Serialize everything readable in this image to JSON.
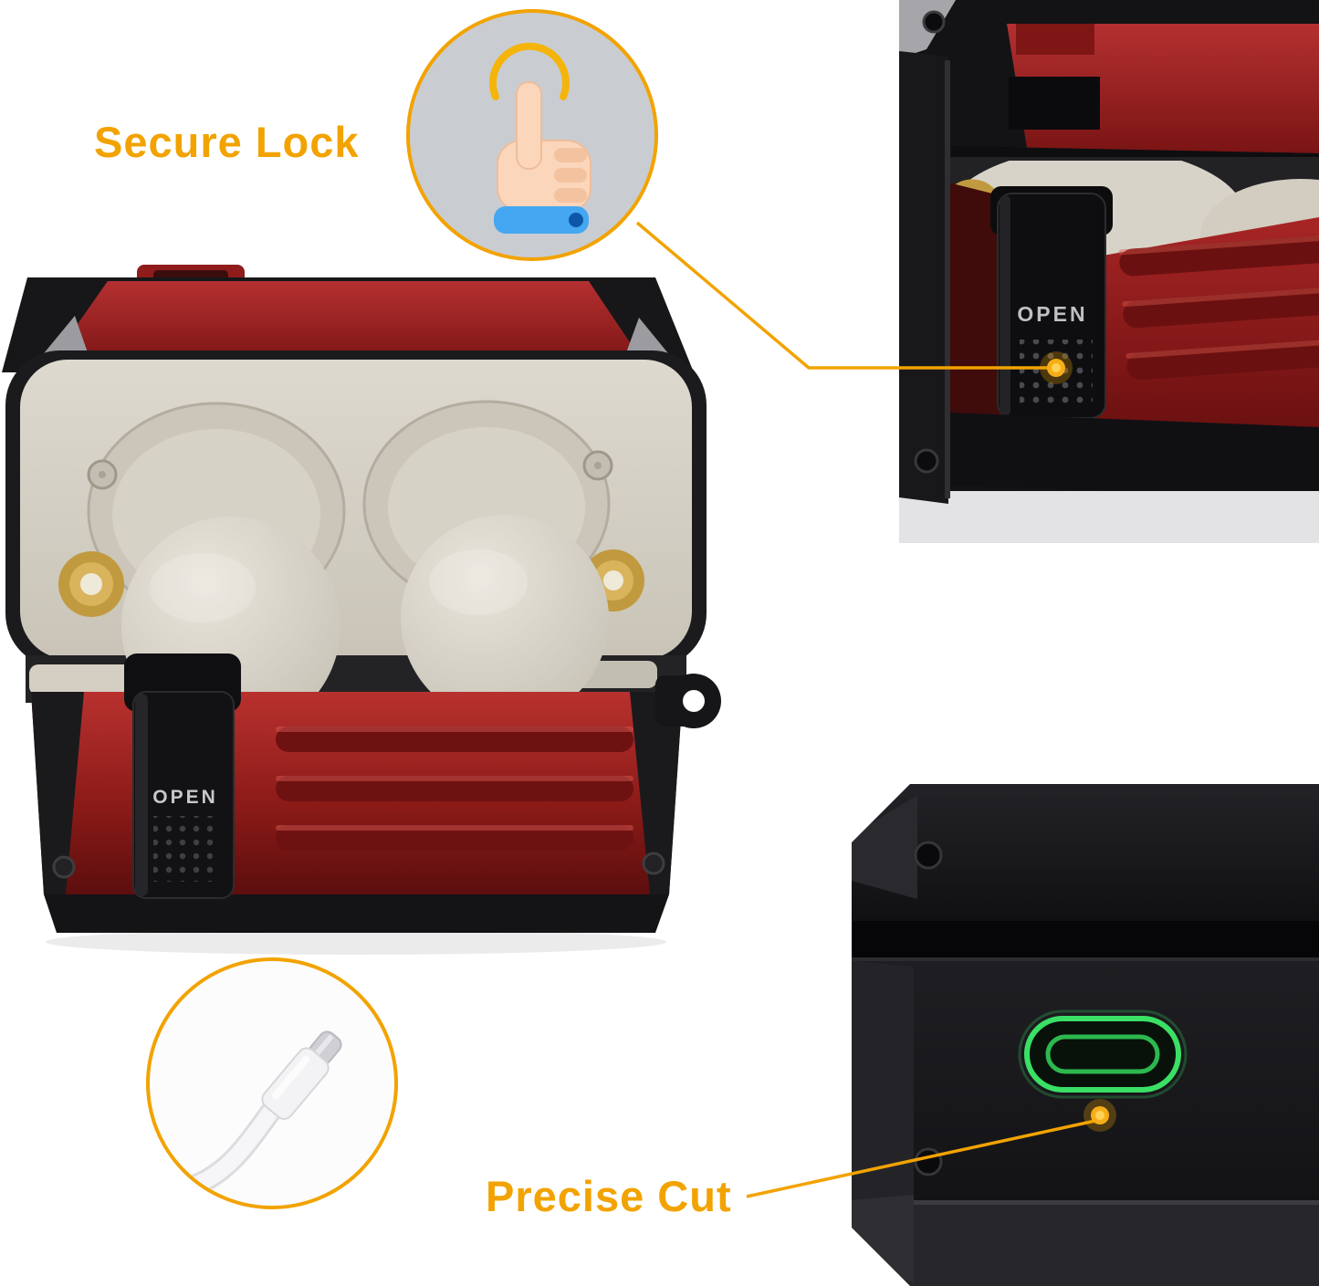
{
  "annotations": {
    "secure_lock_label": "Secure Lock",
    "precise_cut_label": "Precise Cut"
  },
  "case": {
    "main_latch_label": "OPEN",
    "zoom_latch_label": "OPEN"
  },
  "icons": {
    "tap_gesture": "tap-gesture-icon",
    "usb_cable": "usb-cable-icon",
    "latch_glow": "glow-dot-icon",
    "port_glow": "glow-dot-icon"
  },
  "colors": {
    "accent": "#F2A300",
    "case_red": "#A02020",
    "case_black": "#141417",
    "interior_cream": "#D8D3C8",
    "earbud_cream": "#DCD8CE",
    "usb_port_green": "#3AE065",
    "inset_circle_gray": "#C9CDD2",
    "wristband_blue": "#45A7F2",
    "gold_ring": "#C19A3F"
  }
}
